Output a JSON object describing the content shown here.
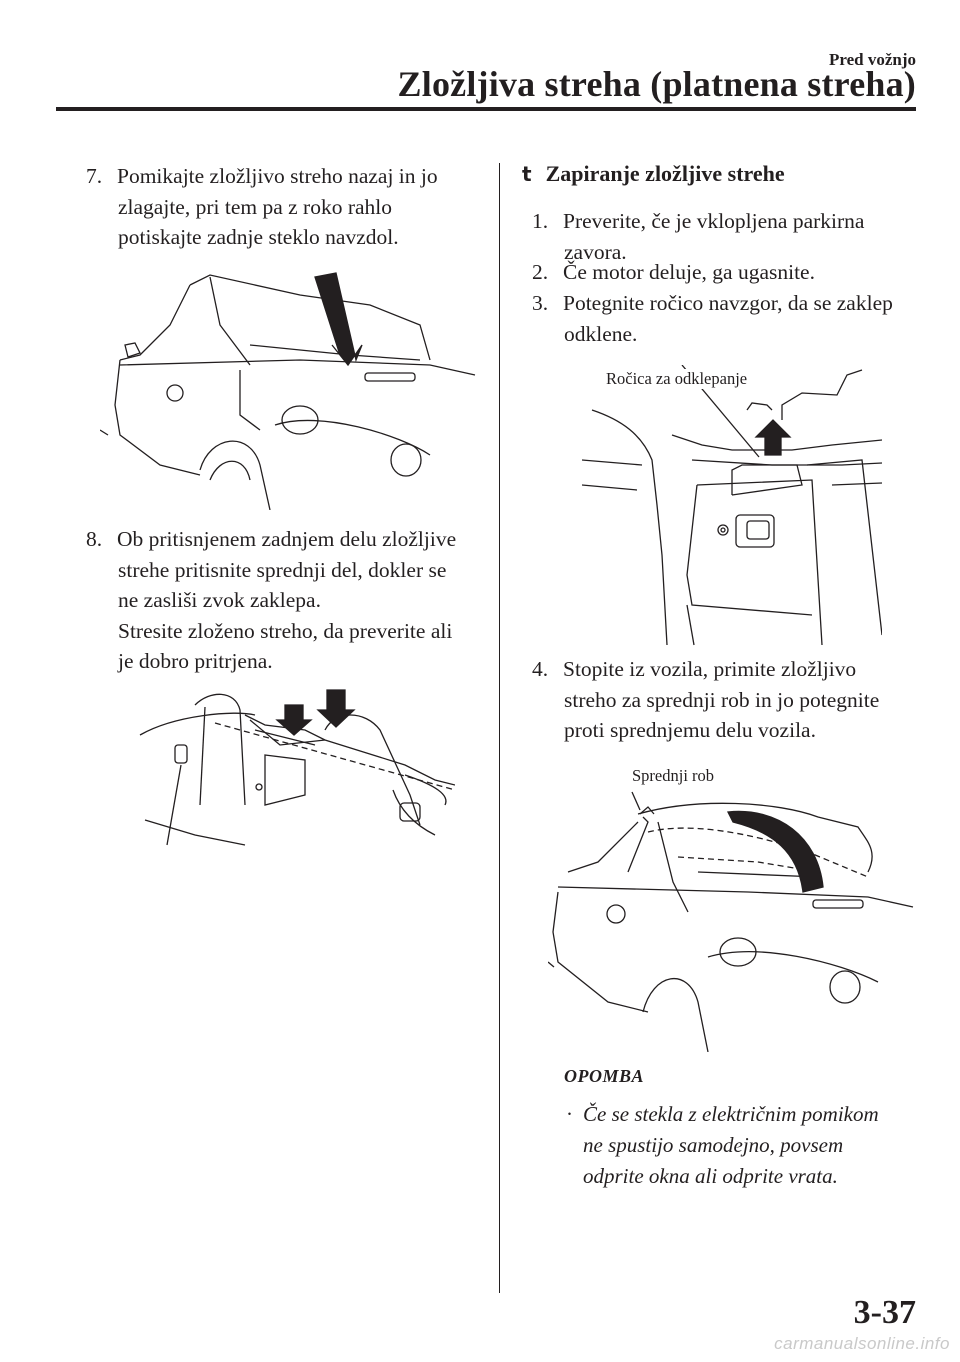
{
  "header": {
    "section": "Pred vožnjo",
    "title": "Zložljiva streha (platnena streha)"
  },
  "left": {
    "step7": {
      "num": "7.",
      "lines": [
        "Pomikajte zložljivo streho nazaj in jo",
        "zlagajte, pri tem pa z roko rahlo",
        "potiskajte zadnje steklo navzdol."
      ]
    },
    "step8": {
      "num": "8.",
      "lines": [
        "Ob pritisnjenem zadnjem delu zložljive",
        "strehe pritisnite sprednji del, dokler se",
        "ne zasliši zvok zaklepa.",
        "Stresite zloženo streho, da preverite ali",
        "je dobro pritrjena."
      ]
    }
  },
  "right": {
    "subheading_marker": "t",
    "subheading": "Zapiranje zložljive strehe",
    "step1": {
      "num": "1.",
      "lines": [
        "Preverite, če je vklopljena parkirna",
        "zavora."
      ]
    },
    "step2": {
      "num": "2.",
      "lines": [
        "Če motor deluje, ga ugasnite."
      ]
    },
    "step3": {
      "num": "3.",
      "lines": [
        "Potegnite ročico navzgor, da se zaklep",
        "odklene."
      ]
    },
    "fig_lever_label": "Ročica za odklepanje",
    "step4": {
      "num": "4.",
      "lines": [
        "Stopite iz vozila, primite zložljivo",
        "streho za sprednji rob in jo potegnite",
        "proti sprednjemu delu vozila."
      ]
    },
    "fig_edge_label": "Sprednji rob",
    "note_title": "OPOMBA",
    "note_bullet": "·",
    "note_lines": [
      "Če se stekla z električnim pomikom",
      "ne spustijo samodejno, povsem",
      "odprite okna ali odprite vrata."
    ]
  },
  "page_number": "3-37",
  "watermark": "carmanualsonline.info"
}
